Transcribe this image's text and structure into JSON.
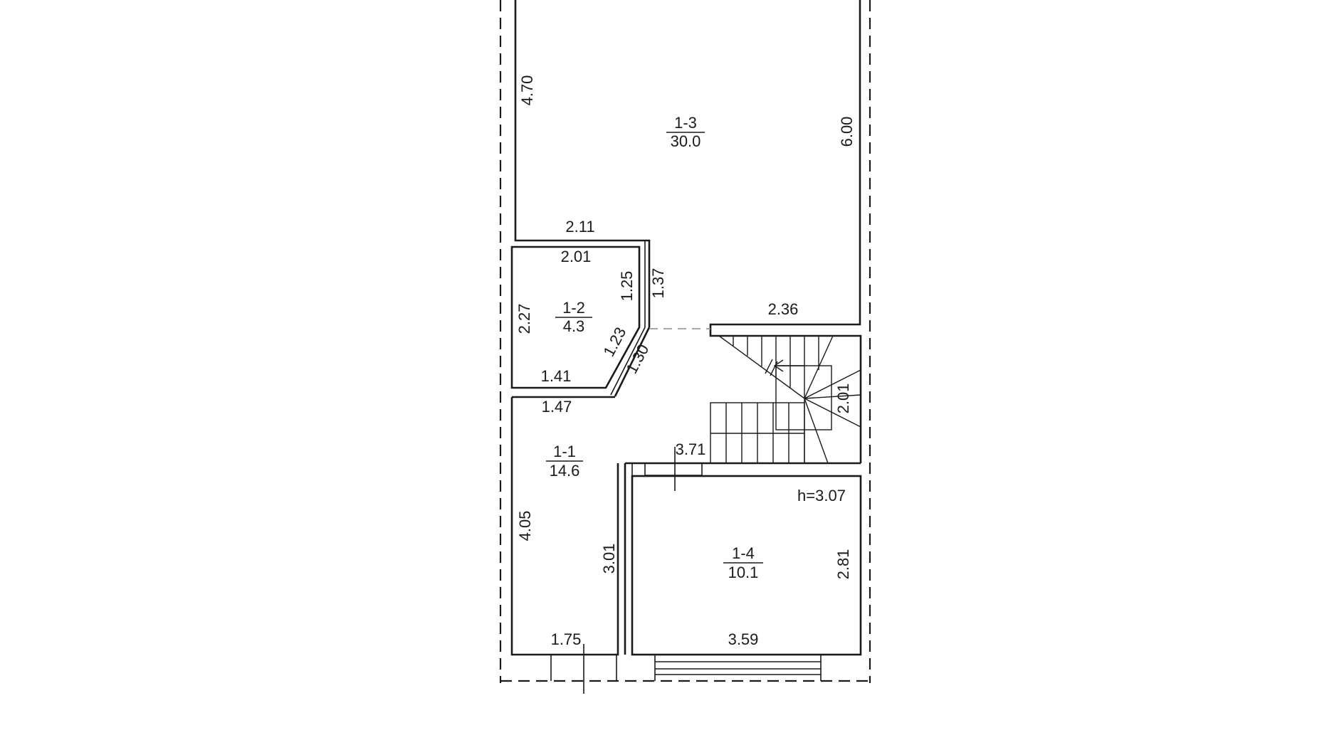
{
  "rooms": [
    {
      "id": "1-1",
      "area": "14.6"
    },
    {
      "id": "1-2",
      "area": "4.3"
    },
    {
      "id": "1-3",
      "area": "30.0"
    },
    {
      "id": "1-4",
      "area": "10.1"
    }
  ],
  "dimensions": {
    "room13_left": "4.70",
    "room13_right": "6.00",
    "room13_bottom_left": "2.11",
    "room13_bottom_right": "2.36",
    "room12_top": "2.01",
    "room12_left": "2.27",
    "room12_right": "1.25",
    "room12_bottom": "1.41",
    "room12_diag_inner": "1.23",
    "room12_diag_outer": "1.30",
    "partition_vertical": "1.37",
    "room11_top": "1.47",
    "room11_left": "4.05",
    "room11_right": "3.01",
    "room11_bottom": "1.75",
    "stair_width": "2.01",
    "corridor_length": "3.71",
    "room14_left": "2.81",
    "room14_bottom": "3.59"
  },
  "ceiling_height": "h=3.07"
}
